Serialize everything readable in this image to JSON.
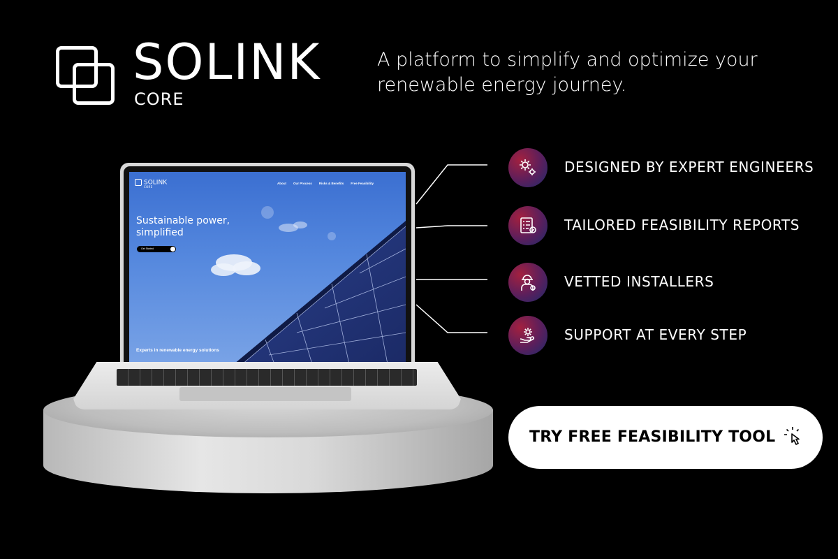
{
  "brand": {
    "name": "SOLINK",
    "sub": "CORE"
  },
  "tagline": "A platform to simplify and optimize your renewable energy journey.",
  "laptop_screen": {
    "logo_name": "SOLINK",
    "logo_sub": "CORE",
    "nav_links": [
      "About",
      "Our Process",
      "Risks & Benefits",
      "Free Feasibility"
    ],
    "headline": "Sustainable power, simplified",
    "cta_label": "Get Started",
    "footer_text": "Experts in renewable energy solutions"
  },
  "features": [
    {
      "label": "DESIGNED BY EXPERT ENGINEERS",
      "icon": "gears-wrench-icon"
    },
    {
      "label": "TAILORED FEASIBILITY REPORTS",
      "icon": "report-checklist-icon"
    },
    {
      "label": "VETTED INSTALLERS",
      "icon": "installer-worker-icon"
    },
    {
      "label": "SUPPORT AT EVERY STEP",
      "icon": "hand-gear-icon"
    }
  ],
  "cta": {
    "label": "TRY FREE FEASIBILITY TOOL",
    "icon": "pointer-click-icon"
  },
  "colors": {
    "background": "#000000",
    "icon_gradient_start": "#a3203f",
    "icon_gradient_end": "#1e2a6b",
    "cta_background": "#ffffff",
    "screen_sky": "#4a7ed9"
  }
}
